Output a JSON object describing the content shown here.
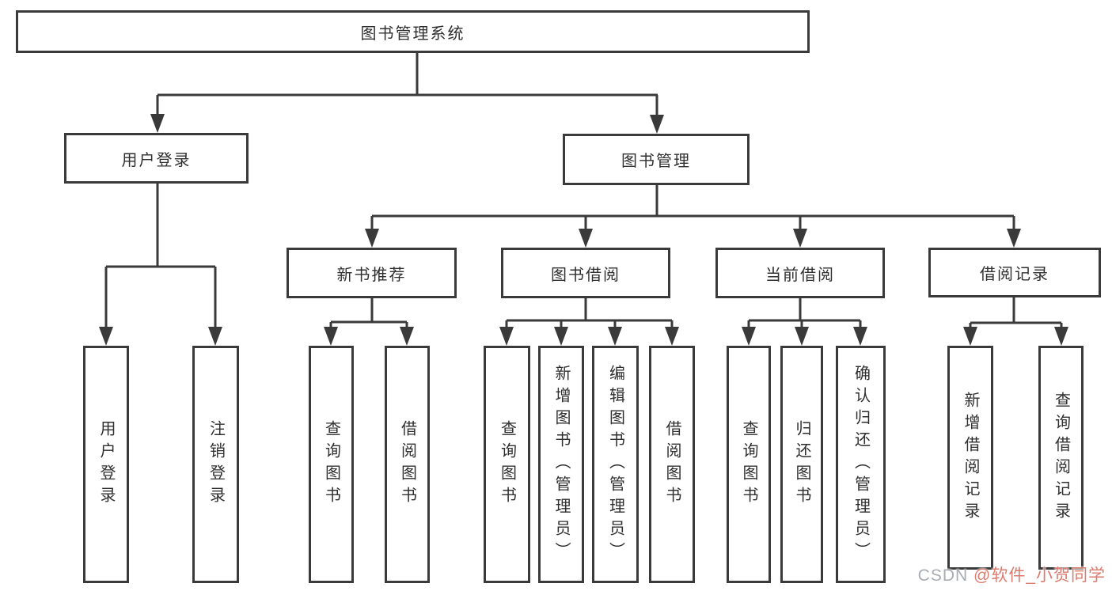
{
  "diagram": {
    "title": "图书管理系统",
    "nodes": {
      "root": {
        "label": "图书管理系统"
      },
      "user_login": {
        "label": "用户登录"
      },
      "book_mgmt": {
        "label": "图书管理"
      },
      "new_book_rec": {
        "label": "新书推荐"
      },
      "book_borrow": {
        "label": "图书借阅"
      },
      "current_borrow": {
        "label": "当前借阅"
      },
      "borrow_records": {
        "label": "借阅记录"
      },
      "leaf_user_login": {
        "label": "用户登录"
      },
      "leaf_logout": {
        "label": "注销登录"
      },
      "leaf_query_book_1": {
        "label": "查询图书"
      },
      "leaf_borrow_book_1": {
        "label": "借阅图书"
      },
      "leaf_query_book_2": {
        "label": "查询图书"
      },
      "leaf_add_book": {
        "label": "新增图书（管理员）"
      },
      "leaf_edit_book": {
        "label": "编辑图书（管理员）"
      },
      "leaf_borrow_book_2": {
        "label": "借阅图书"
      },
      "leaf_query_book_3": {
        "label": "查询图书"
      },
      "leaf_return_book": {
        "label": "归还图书"
      },
      "leaf_confirm_return": {
        "label": "确认归还（管理员）"
      },
      "leaf_add_record": {
        "label": "新增借阅记录"
      },
      "leaf_query_record": {
        "label": "查询借阅记录"
      }
    },
    "edges": [
      [
        "root",
        "user_login"
      ],
      [
        "root",
        "book_mgmt"
      ],
      [
        "user_login",
        "leaf_user_login"
      ],
      [
        "user_login",
        "leaf_logout"
      ],
      [
        "book_mgmt",
        "new_book_rec"
      ],
      [
        "book_mgmt",
        "book_borrow"
      ],
      [
        "book_mgmt",
        "current_borrow"
      ],
      [
        "book_mgmt",
        "borrow_records"
      ],
      [
        "new_book_rec",
        "leaf_query_book_1"
      ],
      [
        "new_book_rec",
        "leaf_borrow_book_1"
      ],
      [
        "book_borrow",
        "leaf_query_book_2"
      ],
      [
        "book_borrow",
        "leaf_add_book"
      ],
      [
        "book_borrow",
        "leaf_edit_book"
      ],
      [
        "book_borrow",
        "leaf_borrow_book_2"
      ],
      [
        "current_borrow",
        "leaf_query_book_3"
      ],
      [
        "current_borrow",
        "leaf_return_book"
      ],
      [
        "current_borrow",
        "leaf_confirm_return"
      ],
      [
        "borrow_records",
        "leaf_add_record"
      ],
      [
        "borrow_records",
        "leaf_query_record"
      ]
    ]
  },
  "watermark": {
    "prefix": "CSDN ",
    "handle": "@软件_小贺同学"
  },
  "colors": {
    "line": "#3a3a3a",
    "text": "#2f2f2f",
    "box_bg": "#ffffff",
    "watermark_gray": "#a8adb3",
    "watermark_red": "#dd7a6e"
  }
}
